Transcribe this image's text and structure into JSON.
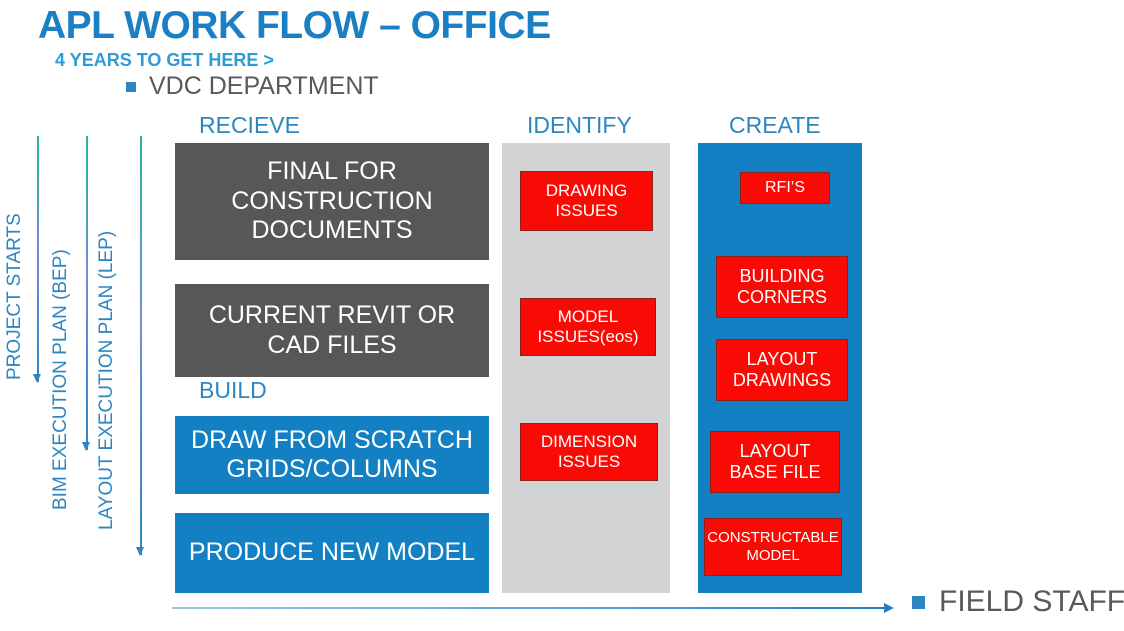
{
  "header": {
    "title": "APL WORK FLOW – OFFICE",
    "subtitle": "4 YEARS TO GET HERE >",
    "bullet_label": "VDC DEPARTMENT",
    "bullet_icon": "square-bullet-icon",
    "title_color": "#1B7FC4",
    "subtitle_color": "#2E9BD6",
    "bullet_text_color": "#595959"
  },
  "phase_arrows": [
    {
      "label": "PROJECT STARTS",
      "icon": "down-arrow-icon"
    },
    {
      "label": "BIM EXECUTION PLAN (BEP)",
      "icon": "down-arrow-icon"
    },
    {
      "label": "LAYOUT EXECUTION PLAN (LEP)",
      "icon": "down-arrow-icon"
    }
  ],
  "columns": {
    "receive": {
      "header": "RECIEVE",
      "sub_header": "BUILD",
      "items": [
        {
          "label": "FINAL FOR CONSTRUCTION DOCUMENTS",
          "style": "gray"
        },
        {
          "label": "CURRENT REVIT OR CAD FILES",
          "style": "gray"
        },
        {
          "label": "DRAW FROM SCRATCH GRIDS/COLUMNS",
          "style": "blue"
        },
        {
          "label": "PRODUCE NEW MODEL",
          "style": "blue"
        }
      ]
    },
    "identify": {
      "header": "IDENTIFY",
      "container_color": "#D2D3D5",
      "items": [
        {
          "label": "DRAWING ISSUES"
        },
        {
          "label": "MODEL ISSUES(eos)"
        },
        {
          "label": "DIMENSION ISSUES"
        }
      ]
    },
    "create": {
      "header": "CREATE",
      "container_color": "#1380C4",
      "items": [
        {
          "label": "RFI’S"
        },
        {
          "label": "BUILDING CORNERS"
        },
        {
          "label": "LAYOUT DRAWINGS"
        },
        {
          "label": "LAYOUT BASE FILE"
        },
        {
          "label": "CONSTRUCTABLE MODEL"
        }
      ]
    }
  },
  "footer": {
    "arrow_icon": "right-arrow-icon",
    "bullet_icon": "square-bullet-icon",
    "label": "FIELD STAFF",
    "text_color": "#595959"
  },
  "palette": {
    "accent_blue": "#1380C4",
    "header_blue": "#2E86C1",
    "dark_gray": "#575757",
    "light_gray": "#D2D3D5",
    "red": "#FA0A05",
    "red_border": "#8E2119"
  }
}
